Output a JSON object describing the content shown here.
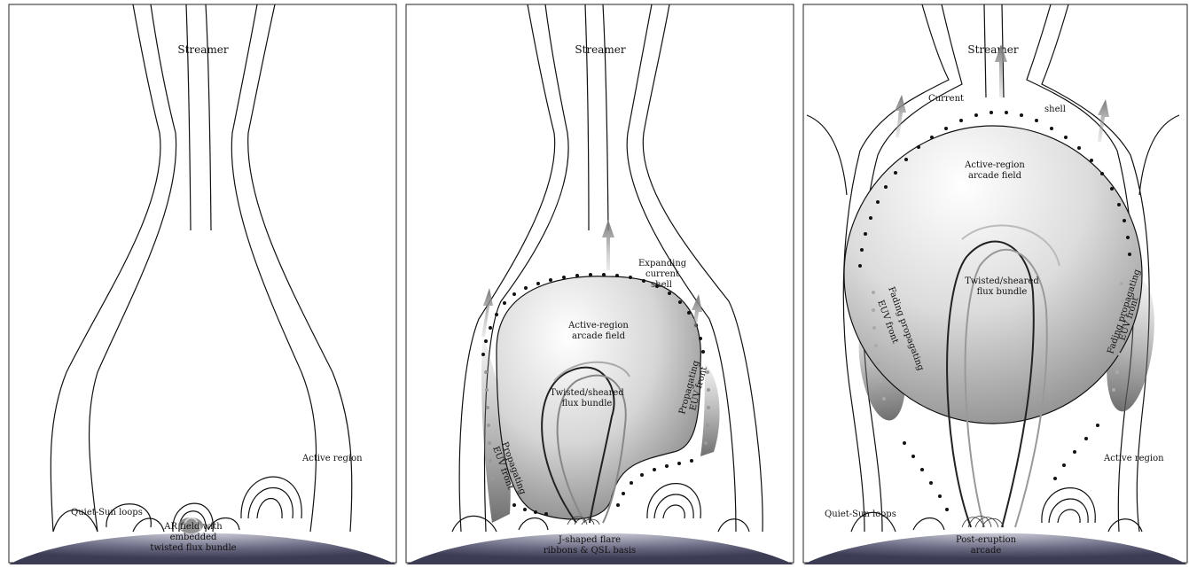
{
  "panels": [
    {
      "streamer": "Streamer",
      "quiet_sun": "Quiet-Sun loops",
      "active_region": "Active region",
      "ar_field": [
        "AR field with",
        "embedded",
        "twisted flux bundle"
      ]
    },
    {
      "streamer": "Streamer",
      "expanding": [
        "Expanding",
        "current",
        "shell"
      ],
      "arcade": [
        "Active-region",
        "arcade field"
      ],
      "twisted": [
        "Twisted/sheared",
        "flux bundle"
      ],
      "euv_left": [
        "Propagating",
        "EUV front"
      ],
      "euv_right": [
        "Propagating",
        "EUV front"
      ],
      "flare": [
        "J-shaped flare",
        "ribbons & QSL basis"
      ]
    },
    {
      "streamer": "Streamer",
      "current": "Current",
      "shell": "shell",
      "arcade": [
        "Active-region",
        "arcade field"
      ],
      "twisted": [
        "Twisted/sheared",
        "flux bundle"
      ],
      "euv_left": [
        "Fading propagating",
        "EUV front"
      ],
      "euv_right": [
        "Fading propagating",
        "EUV front"
      ],
      "quiet_sun": "Quiet-Sun loops",
      "active_region": "Active region",
      "post_eruption": [
        "Post-eruption",
        "arcade"
      ]
    }
  ]
}
